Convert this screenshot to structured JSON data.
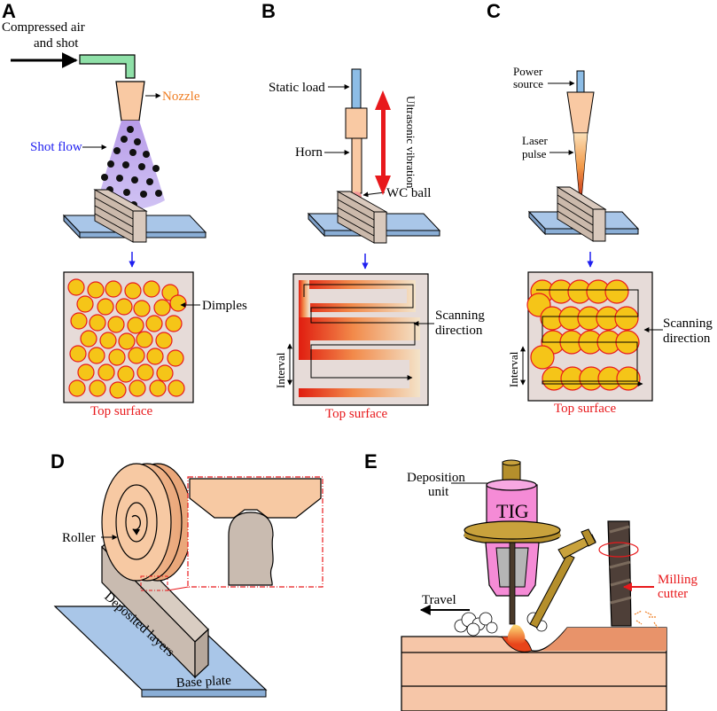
{
  "panels": {
    "a": {
      "letter": "A",
      "input_line1": "Compressed air",
      "input_line2": "and shot",
      "nozzle": "Nozzle",
      "shot_flow": "Shot flow",
      "dimples": "Dimples",
      "top_surface": "Top surface"
    },
    "b": {
      "letter": "B",
      "static_load": "Static load",
      "horn": "Horn",
      "vibration": "Ultrasonic vibration",
      "wc_ball": "WC ball",
      "scanning_line1": "Scanning",
      "scanning_line2": "direction",
      "interval": "Interval",
      "top_surface": "Top surface"
    },
    "c": {
      "letter": "C",
      "power_line1": "Power",
      "power_line2": "source",
      "laser_line1": "Laser",
      "laser_line2": "pulse",
      "scanning_line1": "Scanning",
      "scanning_line2": "direction",
      "interval": "Interval",
      "top_surface": "Top surface"
    },
    "d": {
      "letter": "D",
      "roller": "Roller",
      "deposited": "Deposited layers",
      "base_plate": "Base plate"
    },
    "e": {
      "letter": "E",
      "deposition_line1": "Deposition",
      "deposition_line2": "unit",
      "tig": "TIG",
      "travel": "Travel",
      "milling_line1": "Milling",
      "milling_line2": "cutter"
    }
  },
  "colors": {
    "label_red": "#e8191c",
    "label_orange": "#ef7d22",
    "label_blue": "#1f1ff0",
    "dimple_fill": "#f5c518",
    "base_plate": "#a9c6e8",
    "surface_box": "#e6dbd8"
  }
}
